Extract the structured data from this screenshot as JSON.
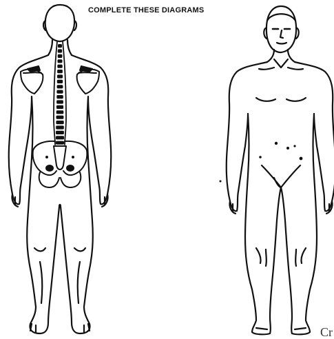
{
  "title": "COMPLETE THESE DIAGRAMS",
  "corner_text": "Cr",
  "colors": {
    "ink": "#111111",
    "background": "#ffffff"
  },
  "figures": [
    {
      "view": "back",
      "details": [
        "spine",
        "scapulae",
        "pelvis"
      ]
    },
    {
      "view": "front"
    }
  ]
}
